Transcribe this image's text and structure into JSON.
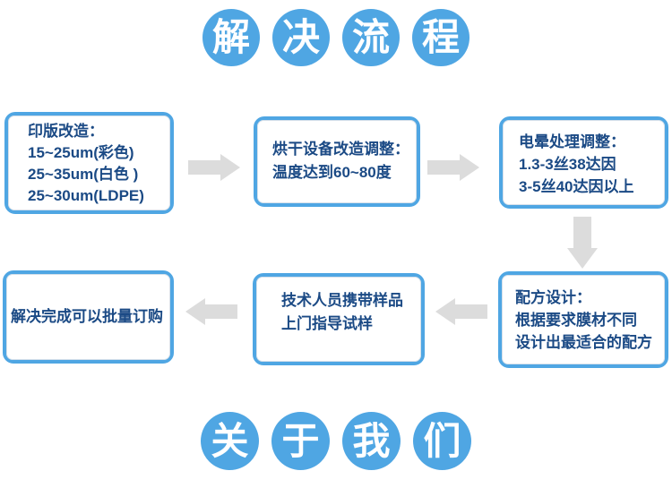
{
  "title": {
    "chars": [
      "解",
      "决",
      "流",
      "程"
    ]
  },
  "footer": {
    "chars": [
      "关",
      "于",
      "我",
      "们"
    ]
  },
  "flow": {
    "boxes": [
      {
        "id": "print-plate",
        "lines": [
          "印版改造：",
          "15~25um(彩色)",
          "25~35um(白色 )",
          "25~30um(LDPE)"
        ]
      },
      {
        "id": "drying",
        "lines": [
          "烘干设备改造调整：",
          "温度达到60~80度"
        ]
      },
      {
        "id": "corona",
        "lines": [
          "电晕处理调整：",
          "1.3-3丝38达因",
          "3-5丝40达因以上"
        ]
      },
      {
        "id": "formula",
        "lines": [
          "配方设计：",
          "根据要求膜材不同",
          "设计出最适合的配方"
        ]
      },
      {
        "id": "technician",
        "lines": [
          "技术人员携带样品",
          "上门指导试样"
        ]
      },
      {
        "id": "order",
        "lines": [
          "解决完成可以批量订购"
        ]
      }
    ]
  },
  "colors": {
    "circle_blue": "#4fa6e3",
    "border_blue": "#4fa6e3",
    "text_navy": "#1b4a85",
    "arrow_gray": "#dcdcdc",
    "bg": "#ffffff"
  }
}
